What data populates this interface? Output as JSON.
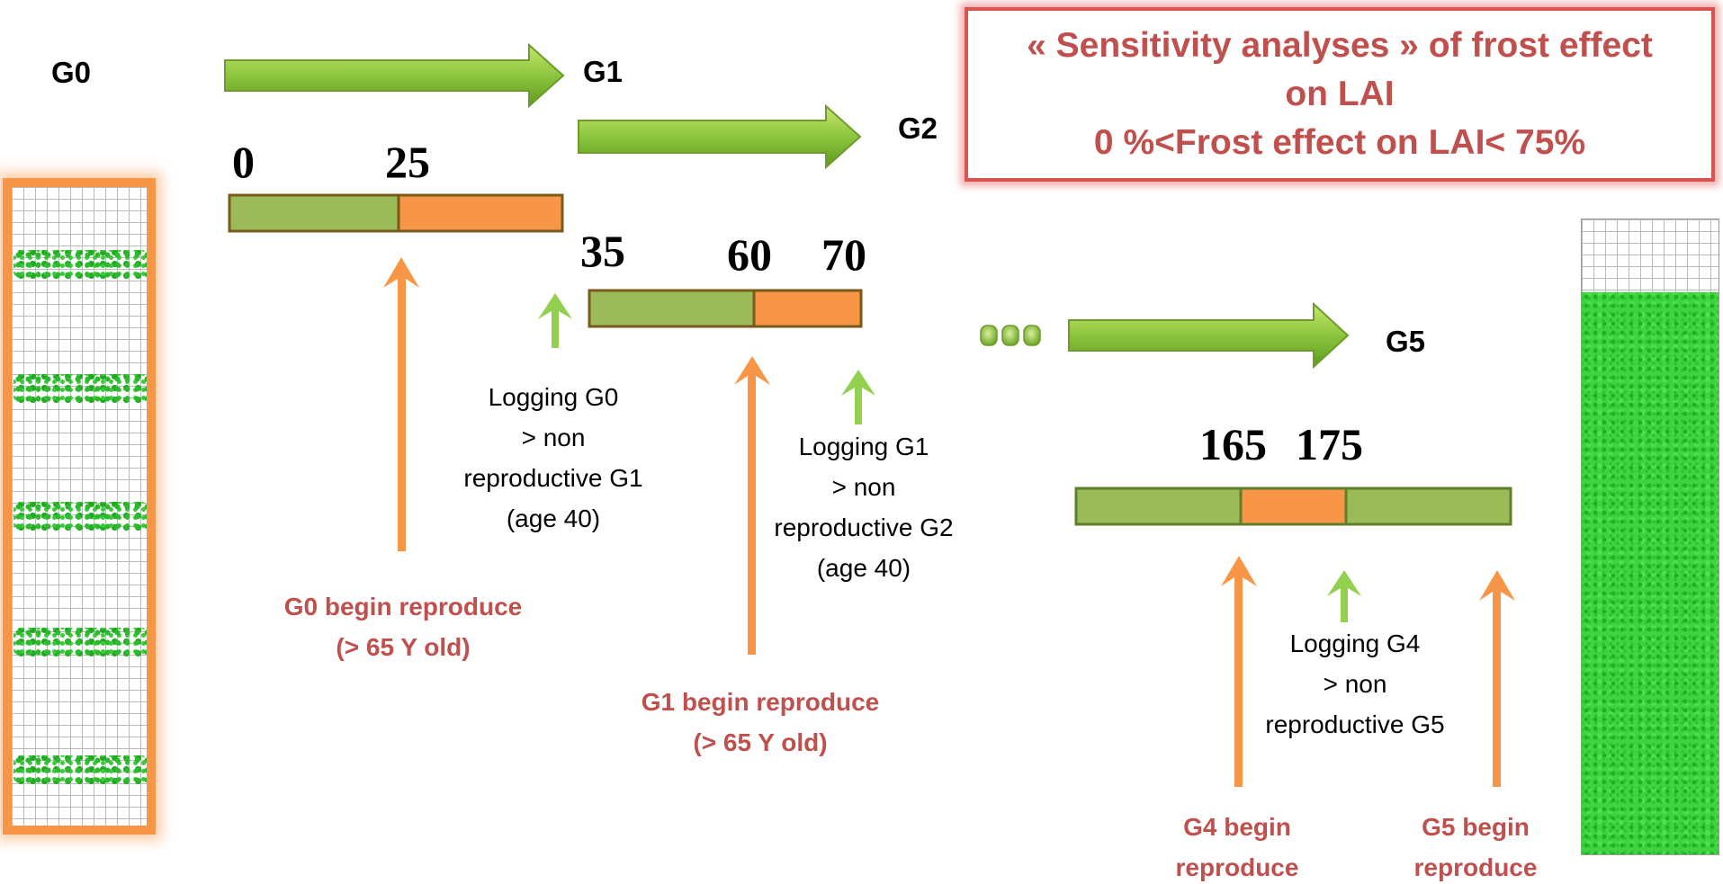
{
  "generations": {
    "g0": "G0",
    "g1": "G1",
    "g2": "G2",
    "g5": "G5"
  },
  "timeline": {
    "bar1_start": "0",
    "bar1_split": "25",
    "bar2_start": "35",
    "bar2_split": "60",
    "bar2_end": "70",
    "bar3_left": "165",
    "bar3_right": "175"
  },
  "annotations": {
    "logging_g0": [
      "Logging G0",
      "> non",
      "reproductive G1",
      "(age 40)"
    ],
    "logging_g1": [
      "Logging G1",
      "> non",
      "reproductive G2",
      "(age 40)"
    ],
    "logging_g4": [
      "Logging G4",
      "> non",
      "reproductive G5"
    ],
    "g0_reproduce": [
      "G0 begin reproduce",
      "(> 65 Y old)"
    ],
    "g1_reproduce": [
      "G1 begin reproduce",
      "(> 65 Y old)"
    ],
    "g4_reproduce": [
      "G4 begin",
      "reproduce"
    ],
    "g5_reproduce": [
      "G5 begin",
      "reproduce"
    ]
  },
  "info_box": {
    "line1": "« Sensitivity analyses » of frost effect",
    "line2": "on LAI",
    "line3": "0 %<Frost effect on LAI< 75%"
  },
  "colors": {
    "bar_green": "#9bbb59",
    "bar_orange": "#f79646",
    "arrow_green": "#92d050",
    "arrow_orange": "#f79646",
    "red_text": "#c0504d",
    "box_border": "#d9534f"
  }
}
